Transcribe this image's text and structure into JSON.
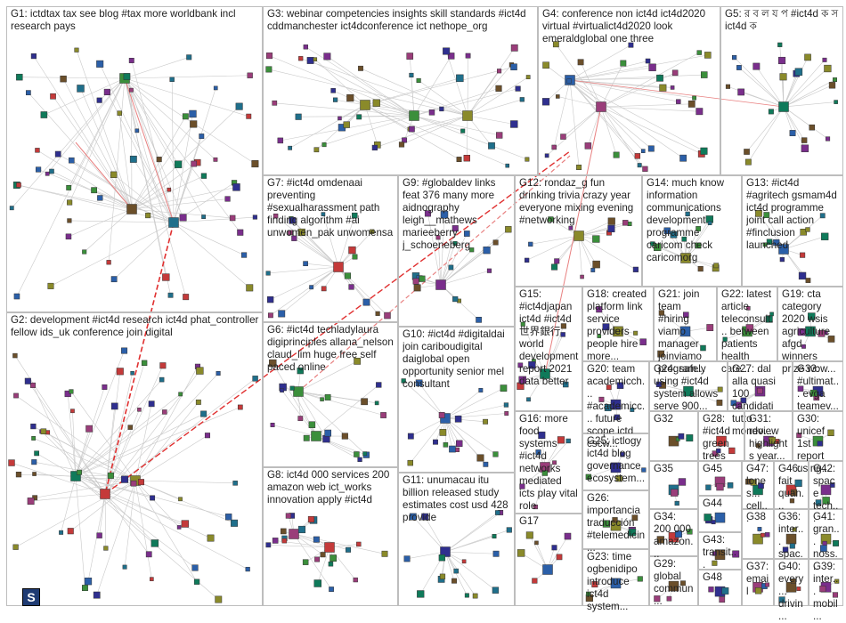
{
  "app": "NodeXL network graph",
  "logo_letter": "S",
  "groups": [
    {
      "id": "G1",
      "label": "G1: ictdtax tax see blog #tax more worldbank incl research pays"
    },
    {
      "id": "G2",
      "label": "G2: development #ict4d research ict4d phat_controller fellow ids_uk conference join digital"
    },
    {
      "id": "G3",
      "label": "G3: webinar competencies insights skill standards #ict4d cddmanchester ict4dconference ict nethope_org"
    },
    {
      "id": "G4",
      "label": "G4: conference non ict4d ict4d2020 virtual #virtualict4d2020 look emeraldglobal one three"
    },
    {
      "id": "G5",
      "label": "G5: র ব ল য প #ict4d ক স ict4d ক"
    },
    {
      "id": "G6",
      "label": "G6: #ict4d techladylaura digiprinciples allana_nelson claud_lim huge free self paced online"
    },
    {
      "id": "G7",
      "label": "G7: #ict4d omdenaai preventing #sexualharassment path finding algorithm #ai unwomen_pak unwomensa"
    },
    {
      "id": "G8",
      "label": "G8: ict4d 000 services 200 amazon web ict_works innovation apply #ict4d"
    },
    {
      "id": "G9",
      "label": "G9: #globaldev links feat 376 many more aidnography leigh__mathews marieeberry j_schoeneberg"
    },
    {
      "id": "G10",
      "label": "G10: #ict4d #digitaldai join cariboudigital daiglobal open opportunity senior mel consultant"
    },
    {
      "id": "G11",
      "label": "G11: unumacau itu billion released study estimates cost usd 428 provide"
    },
    {
      "id": "G12",
      "label": "G12: rondaz_g fun drinking trivia crazy year everyone mixing evening #networking"
    },
    {
      "id": "G13",
      "label": "G13: #ict4d #agritech gsmam4d ict4d programme joint call action #finclusion launched"
    },
    {
      "id": "G14",
      "label": "G14: much know information communications development programme caricom check caricomorg"
    },
    {
      "id": "G15",
      "label": "G15: #ict4djapan ict4d #ict4d 世界銀行 world development report 2021 data better"
    },
    {
      "id": "G16",
      "label": "G16: more food systems #ict4d networks mediated icts play vital role"
    },
    {
      "id": "G17",
      "label": "G17"
    },
    {
      "id": "G18",
      "label": "G18: created platform link service providers people hire more..."
    },
    {
      "id": "G19",
      "label": "G19: cta category 2020 wsis agriculture afgd winners prize wow..."
    },
    {
      "id": "G20",
      "label": "G20: team academicch... #academicc... future scope ictd cscw..."
    },
    {
      "id": "G21",
      "label": "G21: join team #hiring viamo manager joinviamo program..."
    },
    {
      "id": "G22",
      "label": "G22: latest article teleconsult... between patients health care..."
    },
    {
      "id": "G23",
      "label": "G23: time ogbenidipo introduce ict4d system..."
    },
    {
      "id": "G24",
      "label": "G24: safely using #ict4d system allows serve 900..."
    },
    {
      "id": "G25",
      "label": "G25: ictlogy ict4d blog governance ecosystem..."
    },
    {
      "id": "G26",
      "label": "G26: importancia traducción #telemedicin..."
    },
    {
      "id": "G27",
      "label": "G27: dal alla quasi 100 candidati tutto mondo..."
    },
    {
      "id": "G28",
      "label": "G28: #ict4d green trees"
    },
    {
      "id": "G29",
      "label": "G29: global commun..."
    },
    {
      "id": "G30",
      "label": "G30: unicef 1st report using..."
    },
    {
      "id": "G31",
      "label": "G31: review highlights year..."
    },
    {
      "id": "G32",
      "label": "G32"
    },
    {
      "id": "G33",
      "label": "G33: #ultimat... evga teamev..."
    },
    {
      "id": "G34",
      "label": "G34: 200 000 amazon..."
    },
    {
      "id": "G35",
      "label": "G35"
    },
    {
      "id": "G36",
      "label": "G36: inter... spac..."
    },
    {
      "id": "G37",
      "label": "G37: email"
    },
    {
      "id": "G38",
      "label": "G38"
    },
    {
      "id": "G39",
      "label": "G39: inter... mobil..."
    },
    {
      "id": "G40",
      "label": "G40: every... drivin..."
    },
    {
      "id": "G41",
      "label": "G41: gran... noss..."
    },
    {
      "id": "G42",
      "label": "G42: space tech..."
    },
    {
      "id": "G43",
      "label": "G43: transit..."
    },
    {
      "id": "G44",
      "label": "G44"
    },
    {
      "id": "G45",
      "label": "G45"
    },
    {
      "id": "G46",
      "label": "G46: fait quan..."
    },
    {
      "id": "G47",
      "label": "G47: lones... cell..."
    },
    {
      "id": "G48",
      "label": "G48"
    }
  ],
  "colors": {
    "border": "#bdbdbd",
    "edge": "#c9c9c9",
    "highlight": "#e03030",
    "node_palette": [
      "#2b5fa8",
      "#3b8f3b",
      "#7a2e8c",
      "#c43a3a",
      "#1f6f8b",
      "#6b4f2a",
      "#2f2f8f",
      "#8a8a2a",
      "#0f7a5a",
      "#9a3d7a"
    ]
  }
}
